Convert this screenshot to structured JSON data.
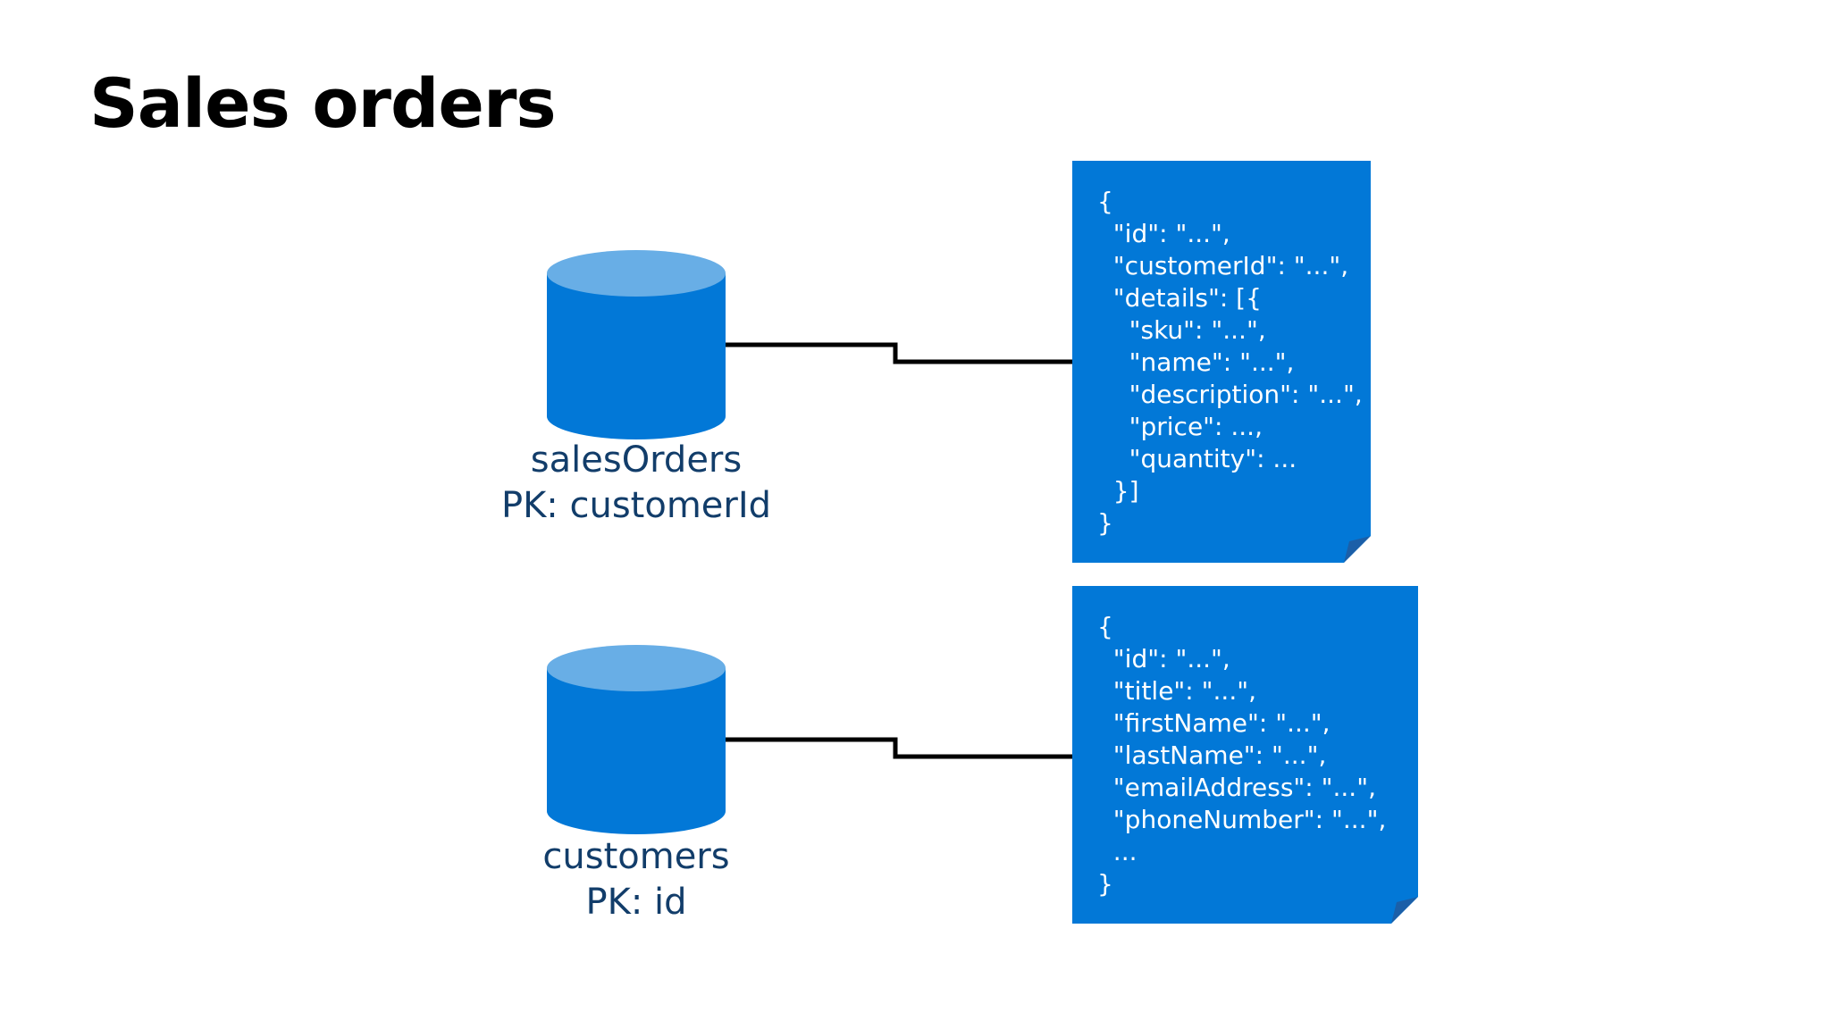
{
  "slide": {
    "title": "Sales orders"
  },
  "containers": [
    {
      "name": "salesOrders",
      "partition_key": "PK: customerId"
    },
    {
      "name": "customers",
      "partition_key": "PK: id"
    }
  ],
  "documents": [
    {
      "lines": [
        "{",
        "  \"id\": \"...\",",
        "  \"customerId\": \"...\",",
        "  \"details\": [{",
        "    \"sku\": \"...\",",
        "    \"name\": \"...\",",
        "    \"description\": \"...\",",
        "    \"price\": ...,",
        "    \"quantity\": ...",
        "  }]",
        "}"
      ]
    },
    {
      "lines": [
        "{",
        "  \"id\": \"...\",",
        "  \"title\": \"...\",",
        "  \"firstName\": \"...\",",
        "  \"lastName\": \"...\",",
        "  \"emailAddress\": \"...\",",
        "  \"phoneNumber\": \"...\",",
        "  ...",
        "}"
      ]
    }
  ],
  "colors": {
    "cylinder_body": "#0278d7",
    "cylinder_top": "#68aee6",
    "document": "#0278d7",
    "document_fold": "#1b5fa8",
    "label_text": "#123d6a",
    "connector": "#000000"
  },
  "icons": {
    "container": "database-cylinder-icon",
    "document": "json-document-icon"
  }
}
